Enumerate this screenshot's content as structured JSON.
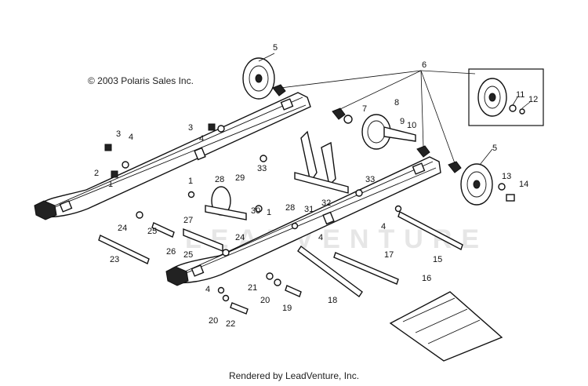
{
  "copyright": "© 2003 Polaris Sales Inc.",
  "footer": "Rendered by LeadVenture, Inc.",
  "watermark": "LEADVENTURE",
  "callouts": [
    "1",
    "1",
    "2",
    "3",
    "3",
    "4",
    "4",
    "4",
    "4",
    "5",
    "5",
    "6",
    "7",
    "8",
    "9",
    "10",
    "11",
    "12",
    "13",
    "14",
    "15",
    "16",
    "17",
    "18",
    "19",
    "20",
    "20",
    "21",
    "22",
    "23",
    "24",
    "24",
    "25",
    "25",
    "26",
    "27",
    "28",
    "28",
    "29",
    "30",
    "31",
    "32",
    "33",
    "33"
  ]
}
